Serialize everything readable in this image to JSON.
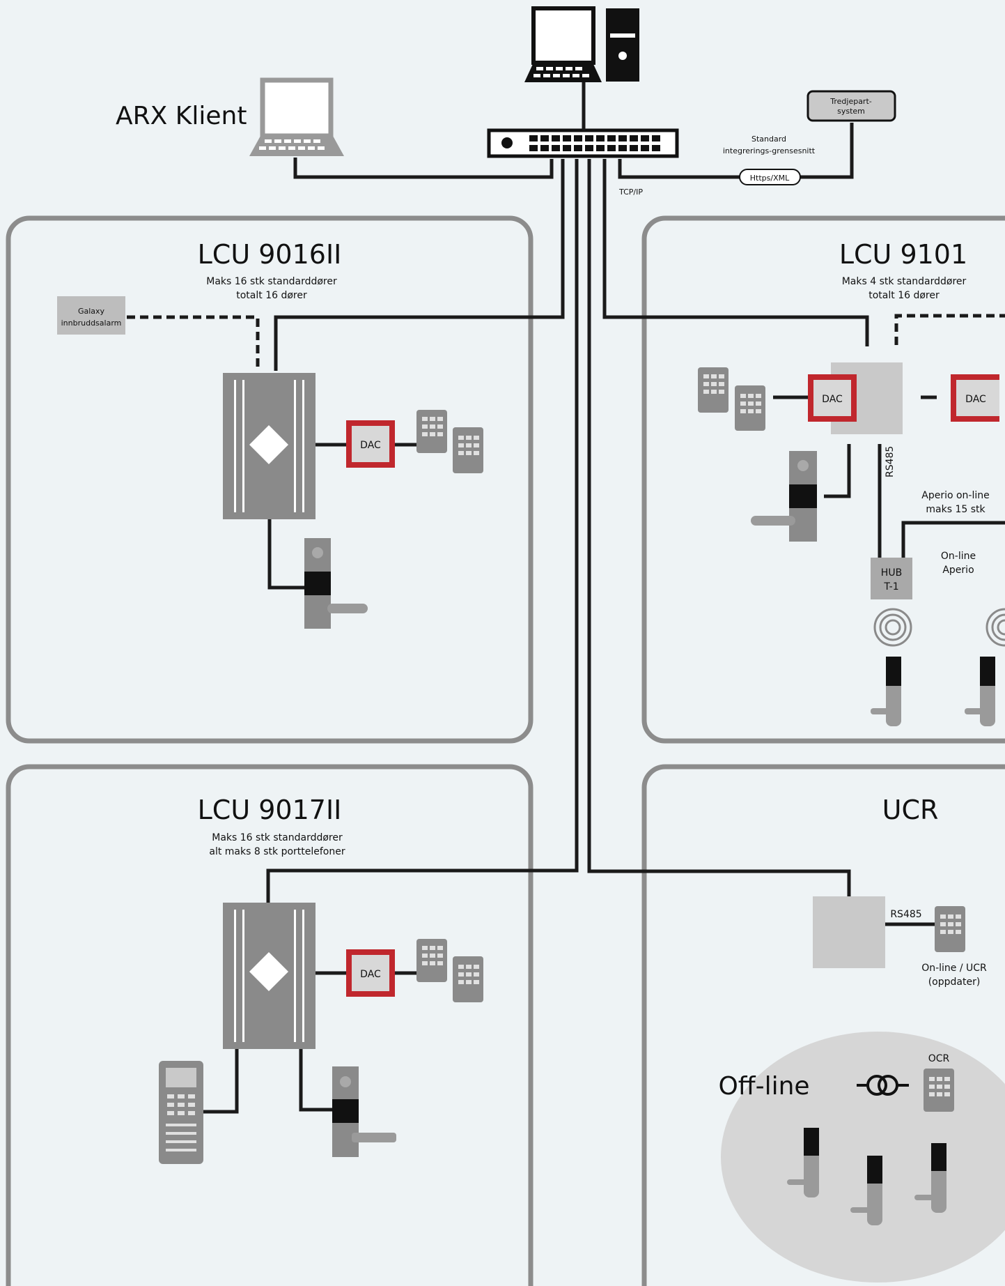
{
  "header": {
    "client_label": "ARX Klient",
    "third_party_label": "Tredjepart-system",
    "third_party_line1": "Tredjepart-",
    "third_party_line2": "system",
    "integration_line1": "Standard",
    "integration_line2": "integrerings-grensesnitt",
    "protocol_label": "Https/XML",
    "network_label": "TCP/IP"
  },
  "panels": {
    "lcu9016": {
      "title": "LCU 9016II",
      "desc_line1": "Maks 16 stk standarddører",
      "desc_line2": "totalt 16 dører",
      "alarm_line1": "Galaxy",
      "alarm_line2": "innbruddsalarm",
      "dac_label": "DAC"
    },
    "lcu9101": {
      "title": "LCU 9101",
      "desc_line1": "Maks 4 stk standarddører",
      "desc_line2": "totalt 16 dører",
      "dac_label": "DAC",
      "dac2_label": "DAC",
      "rs485_label": "RS485",
      "aperio_line1": "Aperio on-line",
      "aperio_line2": "maks 15 stk",
      "online_line1": "On-line",
      "online_line2": "Aperio",
      "hub_line1": "HUB",
      "hub_line2": "T-1"
    },
    "lcu9017": {
      "title": "LCU 9017II",
      "desc_line1": "Maks 16 stk standarddører",
      "desc_line2": "alt maks 8 stk porttelefoner",
      "dac_label": "DAC"
    },
    "ucr": {
      "title": "UCR",
      "rs485_label": "RS485",
      "online_line1": "On-line / UCR",
      "online_line2": "(oppdater)",
      "offline_label": "Off-line",
      "ocr_label": "OCR"
    }
  },
  "colors": {
    "background": "#eef3f5",
    "panel_border": "#8c8c8c",
    "device_gray": "#8a8a8a",
    "dac_red": "#c0272d",
    "line": "#1a1a1a"
  }
}
